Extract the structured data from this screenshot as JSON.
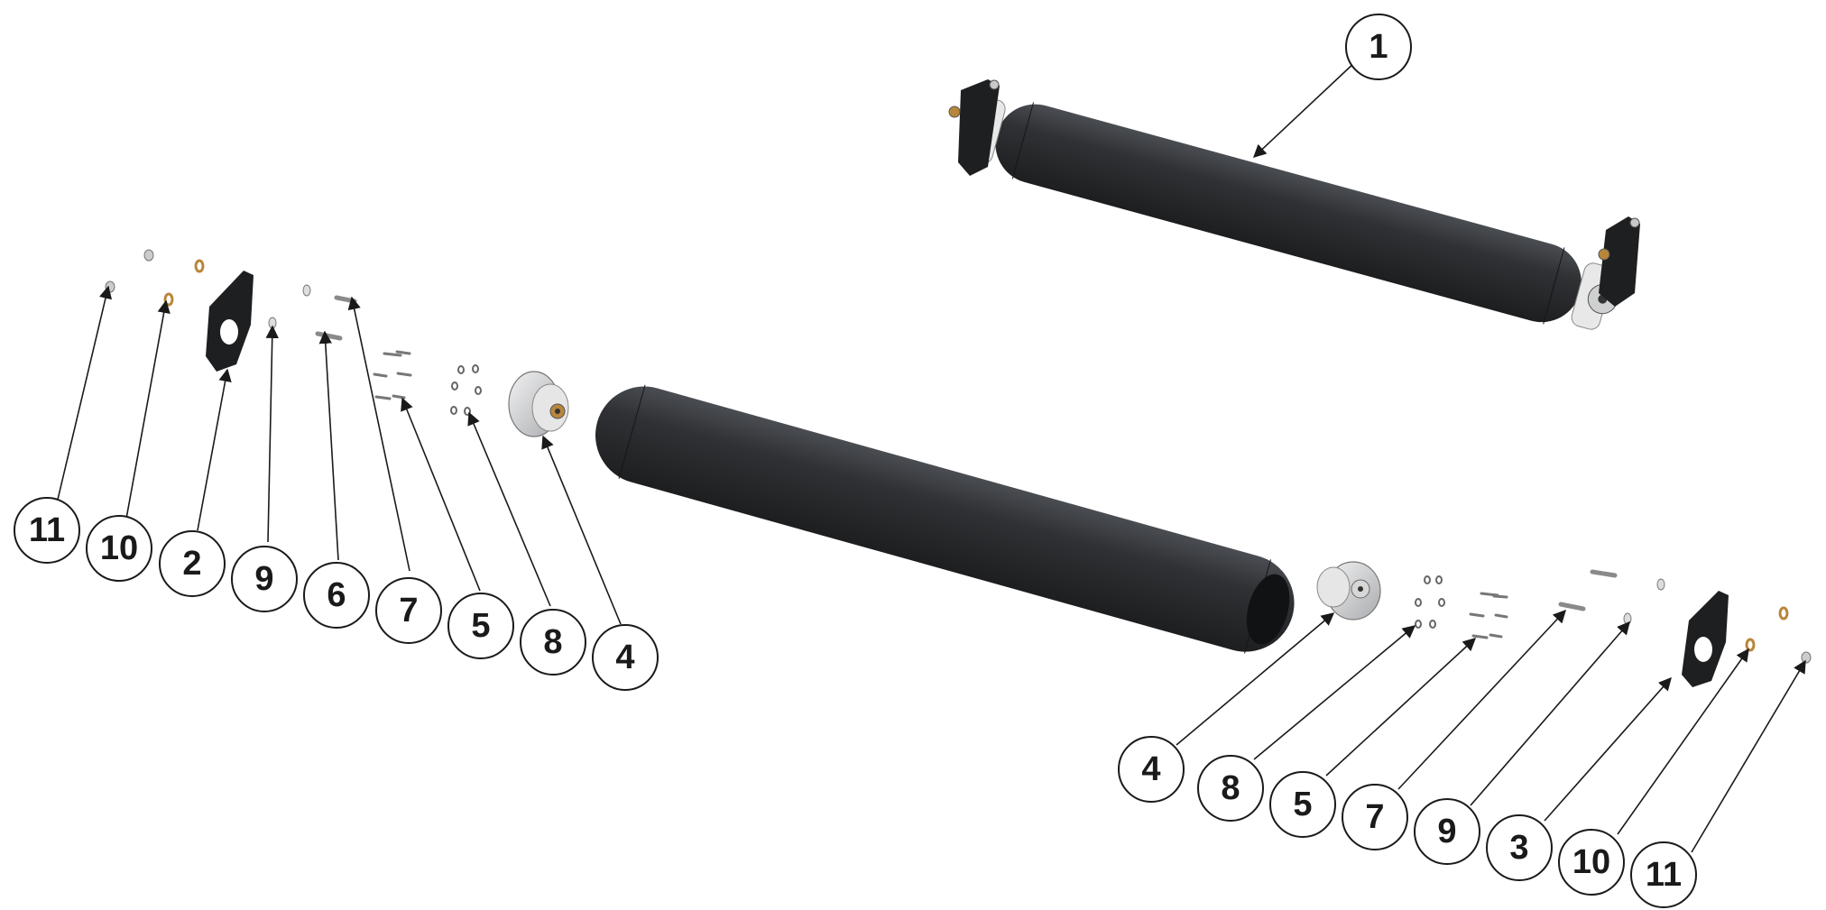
{
  "diagram": {
    "type": "exploded-parts-view",
    "callouts": [
      {
        "id": "c1",
        "label": "1"
      },
      {
        "id": "cL11",
        "label": "11"
      },
      {
        "id": "cL10",
        "label": "10"
      },
      {
        "id": "cL2",
        "label": "2"
      },
      {
        "id": "cL9",
        "label": "9"
      },
      {
        "id": "cL6",
        "label": "6"
      },
      {
        "id": "cL7",
        "label": "7"
      },
      {
        "id": "cL5",
        "label": "5"
      },
      {
        "id": "cL8",
        "label": "8"
      },
      {
        "id": "cL4",
        "label": "4"
      },
      {
        "id": "cR4",
        "label": "4"
      },
      {
        "id": "cR8",
        "label": "8"
      },
      {
        "id": "cR5",
        "label": "5"
      },
      {
        "id": "cR7",
        "label": "7"
      },
      {
        "id": "cR9",
        "label": "9"
      },
      {
        "id": "cR3",
        "label": "3"
      },
      {
        "id": "cR10",
        "label": "10"
      },
      {
        "id": "cR11",
        "label": "11"
      }
    ],
    "colors": {
      "roller": "#2a2c2f",
      "roller_highlight": "#4a4d52",
      "bracket": "#1e1f21",
      "hub": "#d9dadc",
      "line": "#1a1a1a",
      "brass": "#b8863b"
    }
  }
}
